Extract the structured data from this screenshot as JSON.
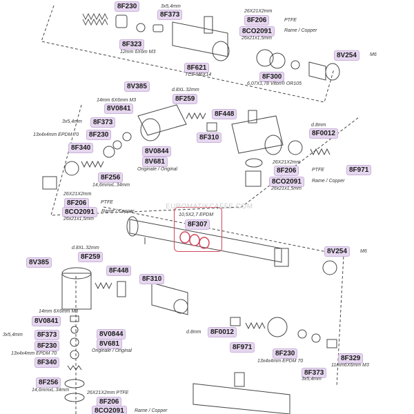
{
  "labels": {
    "l8F230a": "8F230",
    "l8F373a": "8F373",
    "l8F323": "8F323",
    "l8F206a": "8F206",
    "l8CO2091a": "8CO2091",
    "l8V254a": "8V254",
    "l8F621": "8F621",
    "l8F300": "8F300",
    "l8V385a": "8V385",
    "l8V0841a": "8V0841",
    "l8F259a": "8F259",
    "l8F448a": "8F448",
    "l8F373b": "8F373",
    "l8F230b": "8F230",
    "l8F310a": "8F310",
    "l8F0012a": "8F0012",
    "l8F340a": "8F340",
    "l8V0844a": "8V0844",
    "l8V681a": "8V681",
    "l8F206b": "8F206",
    "l8F971a": "8F971",
    "l8F256a": "8F256",
    "l8CO2091b": "8CO2091",
    "l8F206c": "8F206",
    "l8CO2091c": "8CO2091",
    "l8F307": "8F307",
    "l8V385b": "8V385",
    "l8F259b": "8F259",
    "l8V254b": "8V254",
    "l8F448b": "8F448",
    "l8F310b": "8F310",
    "l8V0841b": "8V0841",
    "l8F373c": "8F373",
    "l8V0844b": "8V0844",
    "l8F230c": "8F230",
    "l8V681b": "8V681",
    "l8F340b": "8F340",
    "l8F0012b": "8F0012",
    "l8F971b": "8F971",
    "l8F230d": "8F230",
    "l8F329": "8F329",
    "l8F373d": "8F373",
    "l8F256b": "8F256",
    "l8F206d": "8F206",
    "l8CO2091d": "8CO2091"
  },
  "notes": {
    "n1": "3x5,4mm",
    "n2": "12mm 6X6m M3",
    "n3": "26X21X2mm",
    "n4": "PTFE",
    "n5": "Rame / Copper",
    "n6": "26x21x1,5mm",
    "n7": "M6",
    "n8": "TCE M6X14",
    "n9": "6,07X1,78 Viton® OR105",
    "n10": "d.8XL.32mm",
    "n11": "14mm 6X6mm M3",
    "n12": "3x5,4mm",
    "n13": "13x4x4mm EPDM 70",
    "n14": "d.8mm",
    "n15": "Originale / Original",
    "n16": "26X21X2mm",
    "n17": "PTFE",
    "n18": "Rame / Copper",
    "n19": "26x21x1,5mm",
    "n20": "14,6mmxL.34mm",
    "n21": "26X21X2mm",
    "n22": "PTFE",
    "n23": "Rame / Copper",
    "n24": "26x21x1,5mm",
    "n25": "10,5X2,7 EPDM",
    "n26": "d.8XL.32mm",
    "n27": "M6",
    "n28": "14mm 6X6mm M3",
    "n29": "3x5,4mm",
    "n30": "13x4x4mm EPDM 70",
    "n31": "Originale / Original",
    "n32": "d.8mm",
    "n33": "13x4x4mm EPDM 70",
    "n34": "11mm6X6mm M3",
    "n35": "3x5,4mm",
    "n36": "14,6mmxL.34mm",
    "n37": "26X21X2mm PTFE",
    "n38": "Rame / Copper"
  },
  "watermark": "EUROMATIKCAFFE.COM",
  "colors": {
    "label_fill": "#e6d7ef",
    "label_border": "#c9b2da",
    "callout": "#d2455a",
    "line": "#333333"
  }
}
